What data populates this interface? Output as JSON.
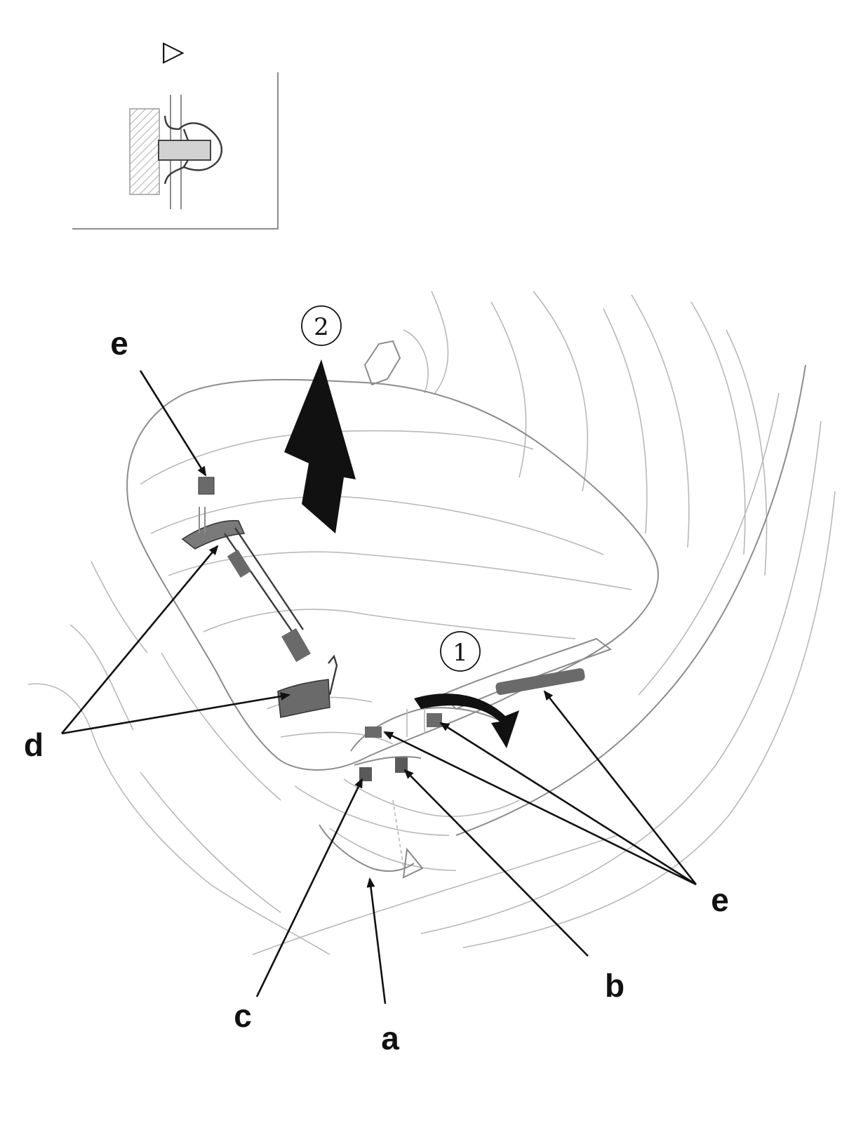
{
  "detail_marker": "▷",
  "steps": {
    "step1": "1",
    "step2": "2"
  },
  "callouts": {
    "a": "a",
    "b": "b",
    "c": "c",
    "d": "d",
    "e_top": "e",
    "e_right": "e"
  },
  "colors": {
    "line_art": "#b8b8b8",
    "dark_part": "#555555",
    "arrow": "#111111",
    "background": "#ffffff"
  }
}
